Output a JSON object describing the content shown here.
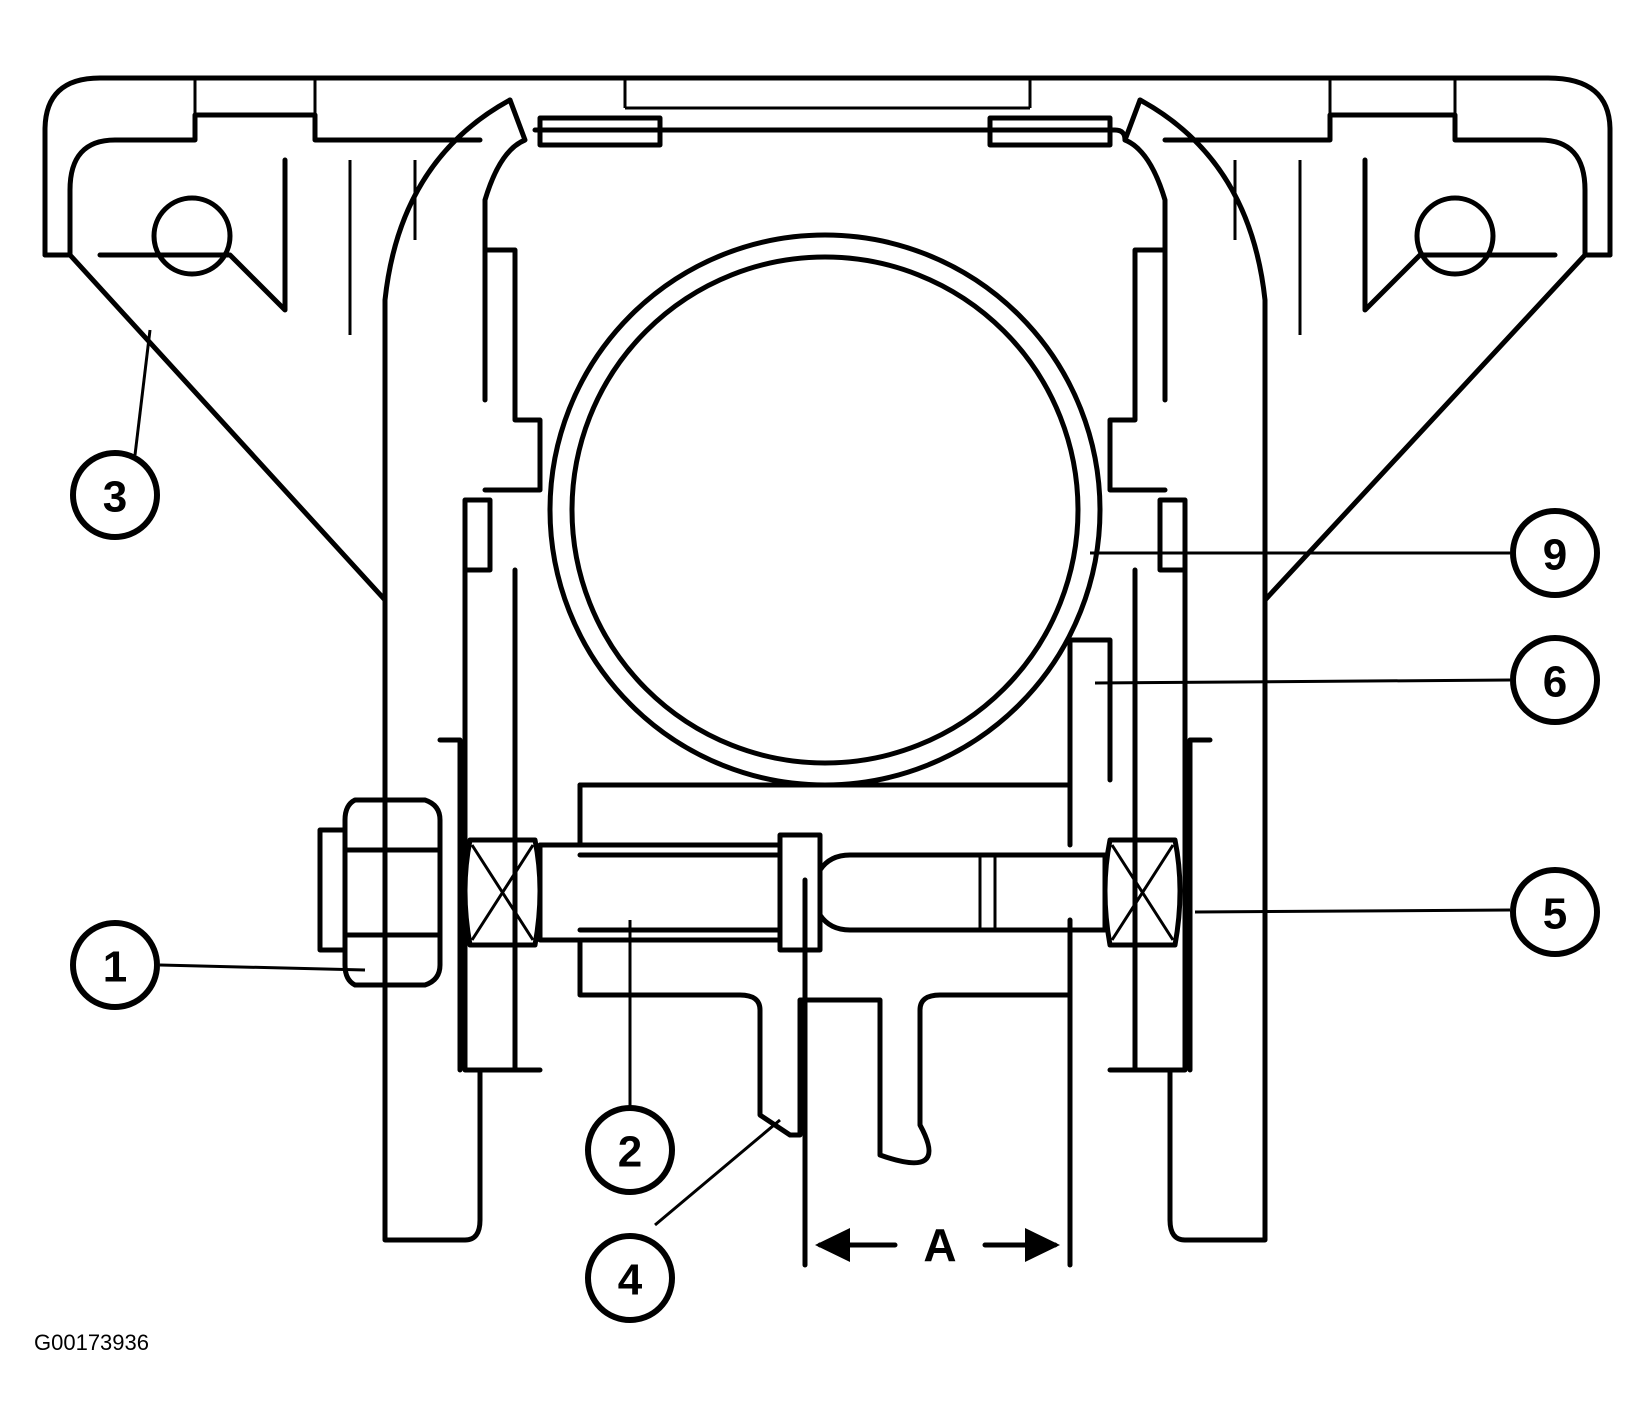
{
  "figure_id": "G00173936",
  "callouts": [
    {
      "label": "1"
    },
    {
      "label": "2"
    },
    {
      "label": "3"
    },
    {
      "label": "4"
    },
    {
      "label": "5"
    },
    {
      "label": "6"
    },
    {
      "label": "9"
    }
  ],
  "dimension": {
    "label": "A"
  }
}
